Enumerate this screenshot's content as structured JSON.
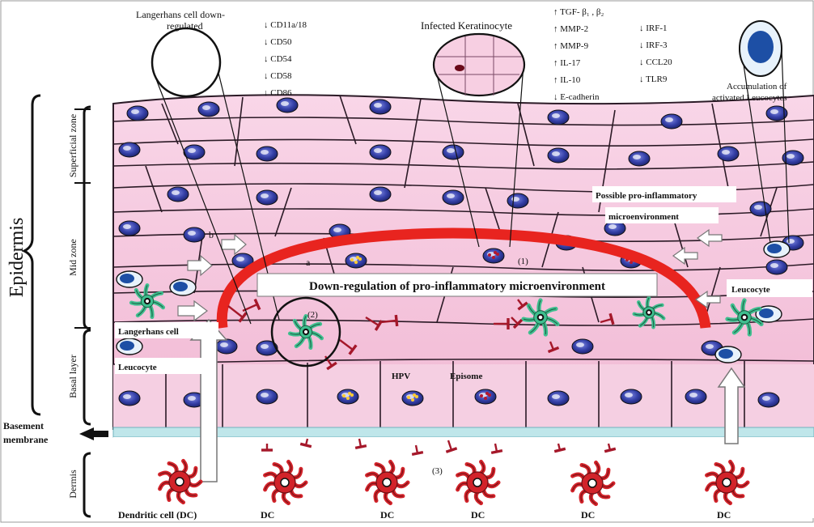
{
  "labels": {
    "epidermis": "Epidermis",
    "superficial_zone": "Superficial zone",
    "mid_zone": "Mid zone",
    "basal_layer": "Basal layer",
    "dermis": "Dermis",
    "basement_membrane_1": "Basement",
    "basement_membrane_2": "membrane",
    "langerhans_title_1": "Langerhans cell  down-",
    "langerhans_title_2": "regulated",
    "infected_keratinocyte": "Infected Keratinocyte",
    "accumulation_1": "Accumulation  of",
    "accumulation_2": "activated  Leucocytes",
    "possible_1": "Possible pro-inflammatory",
    "possible_2": "microenvironment",
    "downregulation": "Down-regulation of pro-inflammatory microenvironment",
    "leucocyte_right": "Leucocyte",
    "langerhans_cell": "Langerhans cell",
    "leucocyte_left": "Leucocyte",
    "hpv_episome_1": "HPV",
    "hpv_episome_2": "Episome",
    "marker_a": "a",
    "marker_b": "b",
    "num_1": "(1)",
    "num_2": "(2)",
    "num_3": "(3)",
    "dendritic_cell": "Dendritic cell (DC)",
    "dc": "DC"
  },
  "markers_lc": [
    "CD11a/18",
    "CD50",
    "CD54",
    "CD58",
    "CD86"
  ],
  "markers_k_col1": [
    {
      "dir": "up",
      "text": "TGF- β₁ , β₂"
    },
    {
      "dir": "up",
      "text": "MMP-2"
    },
    {
      "dir": "up",
      "text": "MMP-9"
    },
    {
      "dir": "up",
      "text": "IL-17"
    },
    {
      "dir": "up",
      "text": "IL-10"
    },
    {
      "dir": "down",
      "text": "E-cadherin"
    }
  ],
  "markers_k_col2": [
    {
      "dir": "down",
      "text": "IRF-1"
    },
    {
      "dir": "down",
      "text": "IRF-3"
    },
    {
      "dir": "down",
      "text": "CCL20"
    },
    {
      "dir": "down",
      "text": "TLR9"
    }
  ],
  "colors": {
    "keratinocyte": "#f4c6de",
    "cell_border": "#2b1a26",
    "nucleus": "#3540a8",
    "langerhans": "#3fbf8f",
    "dendritic": "#d2232a",
    "arc": "#e8241f",
    "basement": "#bfe6ea",
    "inhibitor": "#a5182a"
  }
}
